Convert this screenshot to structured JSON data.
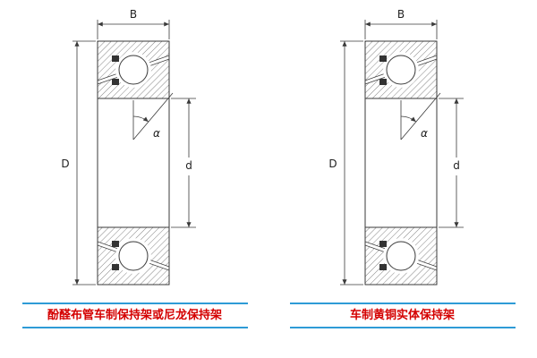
{
  "dimensions": {
    "width": "B",
    "outer_diameter": "D",
    "bore_diameter": "d",
    "contact_angle": "α"
  },
  "figures": [
    {
      "caption": "酚醛布管车制保持架或尼龙保持架"
    },
    {
      "caption": "车制黄铜实体保持架"
    }
  ],
  "colors": {
    "outline": "#3a3a3a",
    "hatch": "#666666",
    "cage": "#333333",
    "caption_text": "#d40000",
    "rule_blue": "#2e9bd6",
    "background": "#ffffff"
  }
}
